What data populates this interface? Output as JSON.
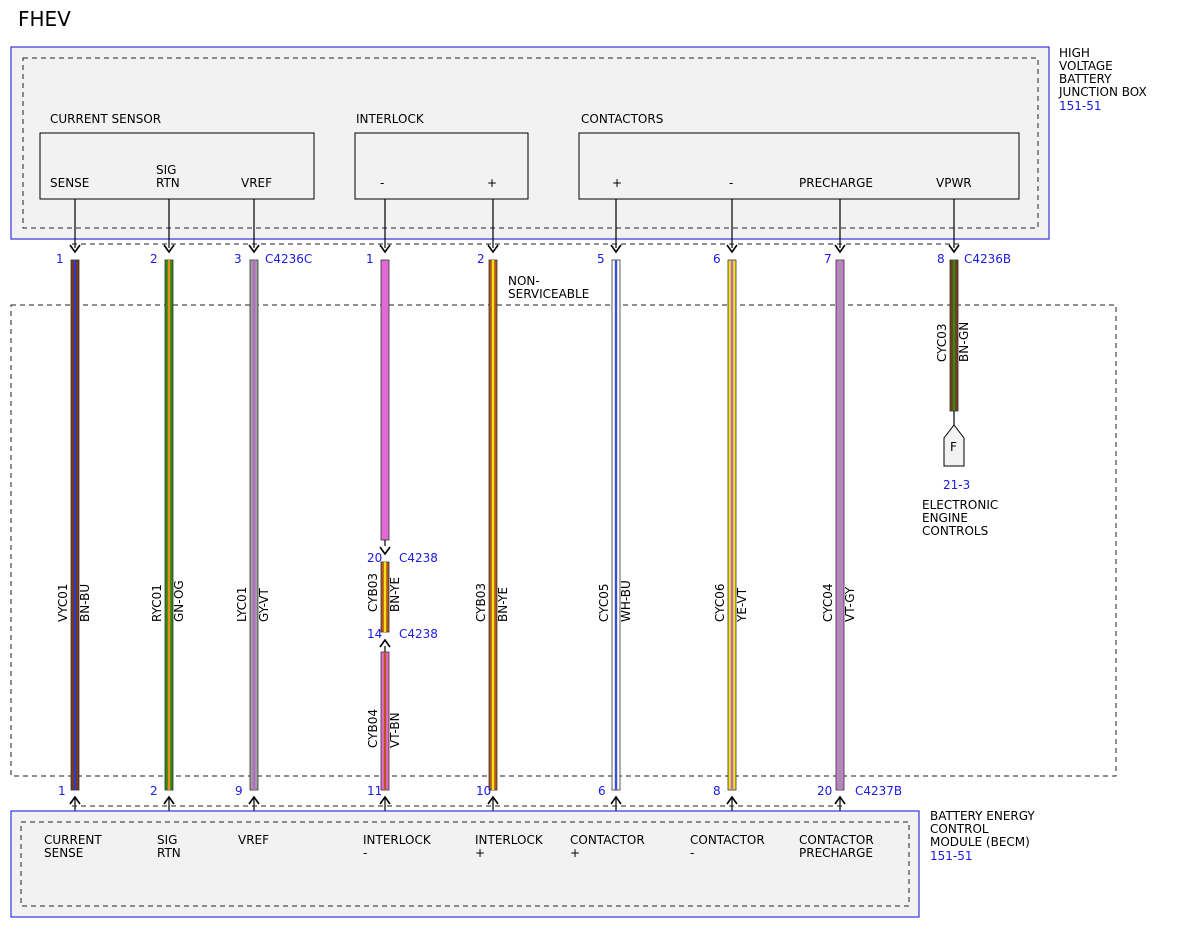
{
  "title": "FHEV",
  "colors": {
    "link_blue": "#1a1ae6",
    "box_fill": "#f2f2f2",
    "box_border": "#3333dd"
  },
  "top_module": {
    "name_lines": [
      "HIGH",
      "VOLTAGE",
      "BATTERY",
      "JUNCTION BOX"
    ],
    "ref": "151-51",
    "groups": [
      {
        "name": "CURRENT SENSOR",
        "pins": [
          [
            "SENSE"
          ],
          [
            "SIG",
            "RTN"
          ],
          [
            "VREF"
          ]
        ]
      },
      {
        "name": "INTERLOCK",
        "pins": [
          [
            "-"
          ],
          [
            "+"
          ]
        ]
      },
      {
        "name": "CONTACTORS",
        "pins": [
          [
            "+"
          ],
          [
            "-"
          ],
          [
            "PRECHARGE"
          ],
          [
            "VPWR"
          ]
        ]
      }
    ]
  },
  "bottom_module": {
    "name_lines": [
      "BATTERY ENERGY",
      "CONTROL",
      "MODULE (BECM)"
    ],
    "ref": "151-51",
    "pins": [
      [
        "CURRENT",
        "SENSE"
      ],
      [
        "SIG",
        "RTN"
      ],
      [
        "VREF"
      ],
      [
        "INTERLOCK",
        "-"
      ],
      [
        "INTERLOCK",
        "+"
      ],
      [
        "CONTACTOR",
        "+"
      ],
      [
        "CONTACTOR",
        "-"
      ],
      [
        "CONTACTOR",
        "PRECHARGE"
      ]
    ]
  },
  "connectors": {
    "top_c": "C4236C",
    "top_b": "C4236B",
    "bottom": "C4237B",
    "inline": "C4238"
  },
  "non_serviceable": [
    "NON-",
    "SERVICEABLE"
  ],
  "wires": [
    {
      "circuit": "VYC01",
      "color_code": "BN-BU",
      "top_pin": "1",
      "bottom_pin": "1",
      "base": "#7a3b16",
      "stripe": "#2b3bc8"
    },
    {
      "circuit": "RYC01",
      "color_code": "GN-OG",
      "top_pin": "2",
      "bottom_pin": "2",
      "base": "#2e8a1a",
      "stripe": "#f08a1a"
    },
    {
      "circuit": "LYC01",
      "color_code": "GY-VT",
      "top_pin": "3",
      "bottom_pin": "9",
      "base": "#a0a0a0",
      "stripe": "#b867c6"
    },
    {
      "circuit": "CYB03",
      "color_code": "BN-YE",
      "top_pin": "2",
      "bottom_pin": "10",
      "base": "#b8561a",
      "stripe": "#f2e21a"
    },
    {
      "circuit": "CYC05",
      "color_code": "WH-BU",
      "top_pin": "5",
      "bottom_pin": "6",
      "base": "#ffffff",
      "stripe": "#3a4fd0"
    },
    {
      "circuit": "CYC06",
      "color_code": "YE-VT",
      "top_pin": "6",
      "bottom_pin": "8",
      "base": "#f2e21a",
      "stripe": "#b867c6"
    },
    {
      "circuit": "CYC04",
      "color_code": "VT-GY",
      "top_pin": "7",
      "bottom_pin": "20",
      "base": "#cc77d6",
      "stripe": "#9a9a9a"
    }
  ],
  "interlock_wire": {
    "top_pin": "1",
    "bottom_pin": "11",
    "upper_color": "#e26ad4",
    "inline_top_pin": "20",
    "inline_bottom_pin": "14",
    "mid": {
      "circuit": "CYB03",
      "color_code": "BN-YE",
      "base": "#b8561a",
      "stripe": "#f2e21a"
    },
    "lower": {
      "circuit": "CYB04",
      "color_code": "VT-BN",
      "base": "#e26ad4",
      "stripe": "#b8561a"
    }
  },
  "vpwr_wire": {
    "top_pin": "8",
    "circuit": "CYC03",
    "color_code": "BN-GN",
    "base": "#7a3b16",
    "stripe": "#2e8a1a",
    "terminal": "F",
    "ref": "21-3",
    "dest_lines": [
      "ELECTRONIC",
      "ENGINE",
      "CONTROLS"
    ]
  }
}
